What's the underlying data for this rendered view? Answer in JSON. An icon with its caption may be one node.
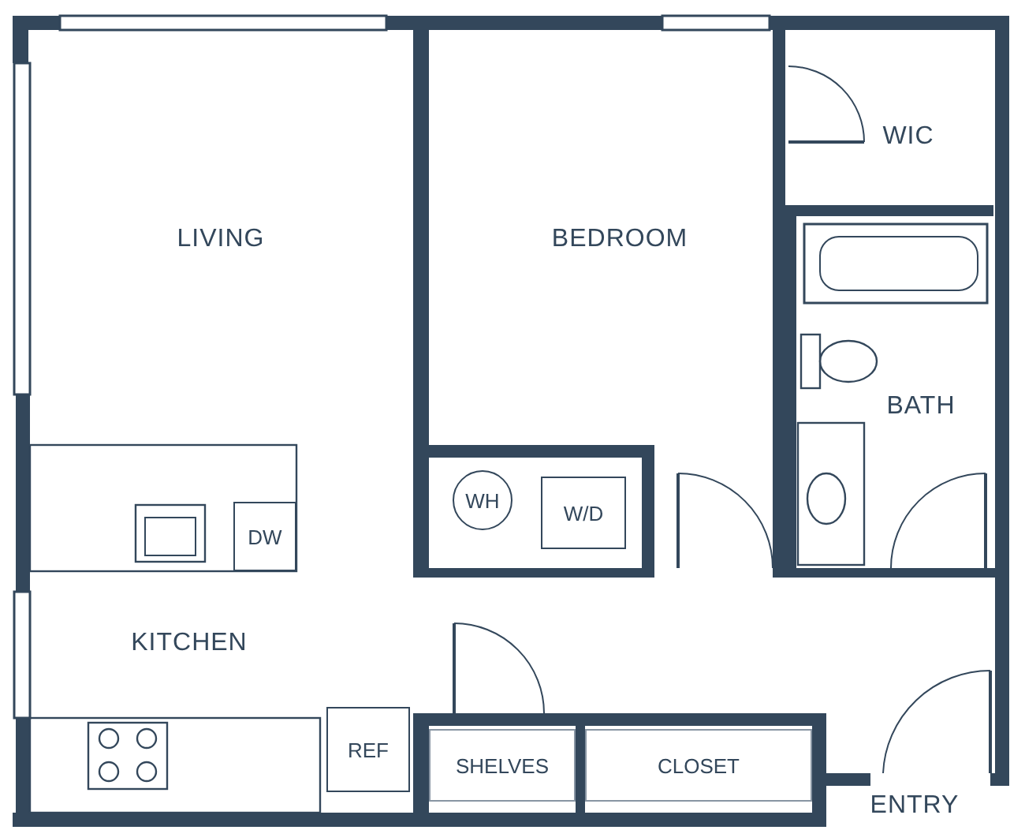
{
  "diagram": {
    "nodes": [
      {
        "text": [
          "DW"
        ]
      },
      {
        "text": [
          "WH"
        ]
      },
      {
        "text": [
          "W/D"
        ]
      },
      {
        "text": [
          "REF"
        ]
      },
      {
        "text": [
          "SHELVES"
        ]
      },
      {
        "text": [
          "CLOSET"
        ]
      }
    ],
    "labels": [
      "WIC",
      "LIVING",
      "BEDROOM",
      "BATH",
      "KITCHEN",
      "ENTRY"
    ]
  }
}
